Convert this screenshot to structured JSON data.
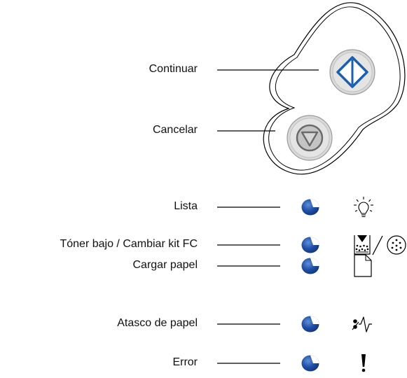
{
  "colors": {
    "led_blue": "#1f4fa8",
    "continue_blue": "#1a5fb0",
    "button_gray": "#d8d8d8",
    "outline": "#000000"
  },
  "labels": {
    "continuar": "Continuar",
    "cancelar": "Cancelar",
    "lista": "Lista",
    "toner": "Tóner bajo / Cambiar kit FC",
    "cargar_papel": "Cargar papel",
    "atasco": "Atasco de papel",
    "error": "Error"
  },
  "icons": {
    "continue": "continue-diamond-icon",
    "cancel": "stop-triangle-icon",
    "ready": "light-bulb-icon",
    "toner": "toner-cartridge-icon",
    "photoconductor": "photoconductor-kit-icon",
    "paper": "paper-sheet-icon",
    "jam": "paper-jam-icon",
    "error": "exclamation-icon"
  }
}
